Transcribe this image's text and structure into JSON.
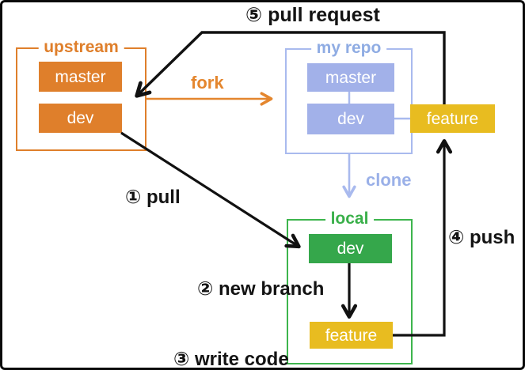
{
  "groups": {
    "upstream": {
      "title": "upstream",
      "master": "master",
      "dev": "dev"
    },
    "my_repo": {
      "title": "my repo",
      "master": "master",
      "dev": "dev"
    },
    "local": {
      "title": "local",
      "dev": "dev",
      "feature": "feature"
    }
  },
  "remote_feature": "feature",
  "steps": {
    "fork": "fork",
    "clone": "clone",
    "pull": "① pull",
    "new_branch": "② new branch",
    "write_code": "③ write code",
    "push": "④ push",
    "pull_request": "⑤ pull request"
  },
  "colors": {
    "orange": "#df7f2b",
    "periwinkle_fill": "#a2b1e9",
    "periwinkle_border": "#a9baee",
    "periwinkle_text": "#8face3",
    "green_fill": "#35a74b",
    "green_border": "#3db54d",
    "yellow": "#e8bc20",
    "arrow_black": "#111111",
    "node_text": "#ffffff",
    "background": "#ffffff"
  }
}
